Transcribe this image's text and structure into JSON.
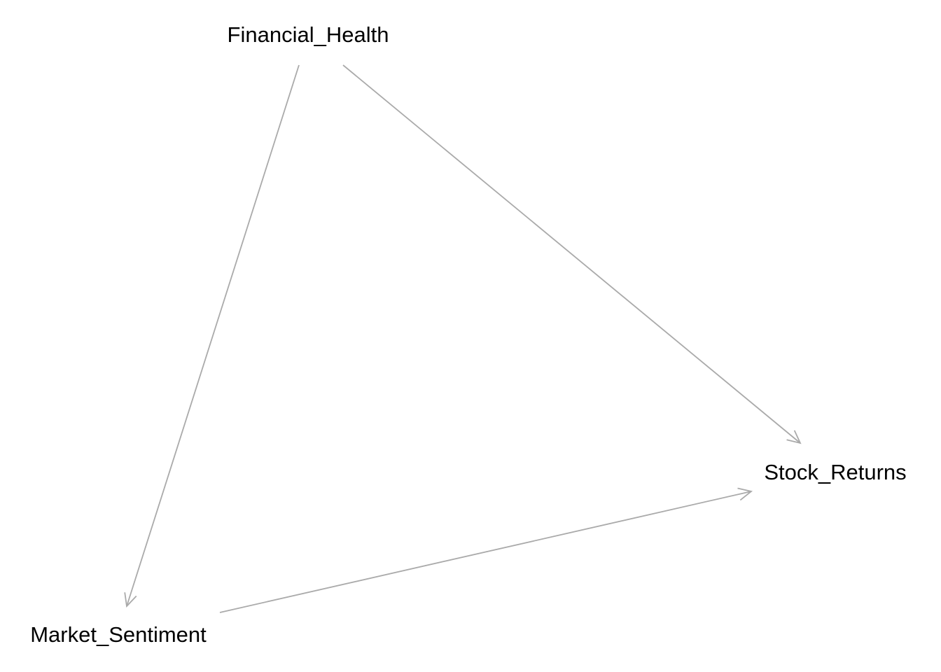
{
  "diagram": {
    "edge_color": "#aaaaaa",
    "label_color": "#000000",
    "nodes": [
      {
        "id": "financial_health",
        "label": "Financial_Health"
      },
      {
        "id": "market_sentiment",
        "label": "Market_Sentiment"
      },
      {
        "id": "stock_returns",
        "label": "Stock_Returns"
      }
    ],
    "edges": [
      {
        "from": "financial_health",
        "to": "market_sentiment"
      },
      {
        "from": "financial_health",
        "to": "stock_returns"
      },
      {
        "from": "market_sentiment",
        "to": "stock_returns"
      }
    ]
  }
}
